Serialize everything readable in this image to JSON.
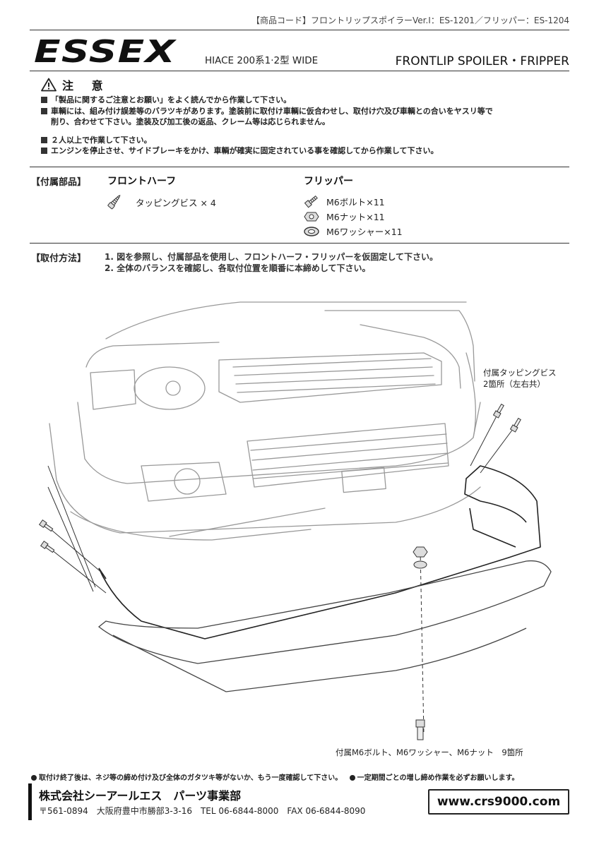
{
  "header": {
    "product_code": "【商品コード】フロントリップスポイラーVer.Ⅰ：ES-1201／フリッパー：ES-1204",
    "logo_text": "ESSEX",
    "model": "HIACE 200系1·2型  WIDE",
    "product_title": "FRONTLIP SPOILER・FRIPPER"
  },
  "caution": {
    "title": "注 意",
    "icon": "warning-triangle-icon",
    "notes": [
      "「製品に関するご注意とお願い」をよく読んでから作業して下さい。",
      "車輌には、組み付け誤差等のバラツキがあります。塗装前に取付け車輌に仮合わせし、取付け穴及び車輌との合いをヤスリ等で",
      "削り、合わせて下さい。塗装及び加工後の返品、クレーム等は応じられません。",
      "２人以上で作業して下さい。",
      "エンジンを停止させ、サイドブレーキをかけ、車輌が確実に固定されている事を確認してから作業して下さい。"
    ]
  },
  "parts": {
    "label": "【付属部品】",
    "front_half": {
      "title": "フロントハーフ",
      "items": [
        {
          "icon": "tapping-screw-icon",
          "text": "タッピングビス × 4"
        }
      ]
    },
    "flipper": {
      "title": "フリッパー",
      "items": [
        {
          "icon": "bolt-icon",
          "text": "M6ボルト×11"
        },
        {
          "icon": "nut-icon",
          "text": "M6ナット×11"
        },
        {
          "icon": "washer-icon",
          "text": "M6ワッシャー×11"
        }
      ]
    }
  },
  "install": {
    "label": "【取付方法】",
    "steps": [
      "1. 図を参照し、付属部品を使用し、フロントハーフ・フリッパーを仮固定して下さい。",
      "2. 全体のバランスを確認し、各取付位置を順番に本締めして下さい。"
    ]
  },
  "diagram": {
    "callout_screws_line1": "付属タッピングビス",
    "callout_screws_line2": "2箇所（左右共）",
    "callout_bolts": "付属M6ボルト、M6ワッシャー、M6ナット　9箇所"
  },
  "bottom_notes": [
    "取付け終了後は、ネジ等の締め付け及び全体のガタツキ等がないか、もう一度確認して下さい。",
    "一定期間ごとの増し締め作業を必ずお願いします。"
  ],
  "footer": {
    "company": "株式会社シーアールエス　パーツ事業部",
    "address": "〒561-0894　大阪府豊中市勝部3-3-16　TEL 06-6844-8000　FAX 06-6844-8090",
    "url": "www.crs9000.com"
  }
}
